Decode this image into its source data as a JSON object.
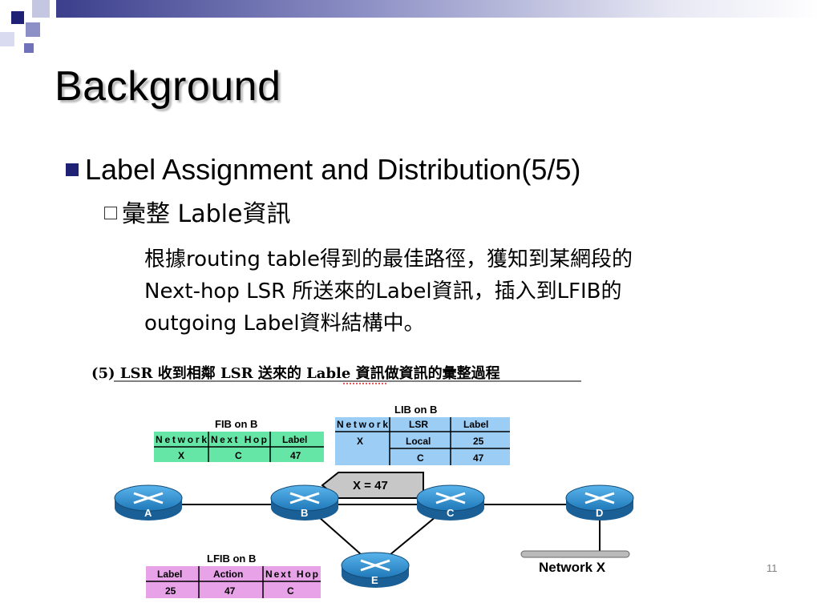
{
  "slide": {
    "title": "Background",
    "bullet_level1": "Label Assignment and Distribution(5/5)",
    "bullet_level2": "彙整 Lable資訊",
    "paragraph_lines": [
      "根據routing table得到的最佳路徑，獲知到某網段的",
      "Next-hop LSR 所送來的Label資訊，插入到LFIB的",
      "outgoing Label資料結構中。"
    ],
    "page_number": "11",
    "colors": {
      "accent": "#1f2175",
      "title_shadow": "#b9b9b9"
    }
  },
  "diagram": {
    "caption": "(5) LSR 收到相鄰 LSR 送來的 Lable 資訊做資訊的彙整過程",
    "fib": {
      "title": "FIB on B",
      "headers": [
        "Network",
        "Next Hop",
        "Label"
      ],
      "row": [
        "X",
        "C",
        "47"
      ],
      "color": "#66e6a6"
    },
    "lib": {
      "title": "LIB on B",
      "headers": [
        "Network",
        "LSR",
        "Label"
      ],
      "network": "X",
      "rows": [
        [
          "Local",
          "25"
        ],
        [
          "C",
          "47"
        ]
      ],
      "color": "#9ccdf5"
    },
    "lfib": {
      "title": "LFIB on B",
      "headers": [
        "Label",
        "Action",
        "Next Hop"
      ],
      "row": [
        "25",
        "47",
        "C"
      ],
      "color": "#e8a3e8"
    },
    "arrow_label": "X = 47",
    "routers": [
      "A",
      "B",
      "C",
      "D",
      "E"
    ],
    "network_label": "Network X"
  }
}
